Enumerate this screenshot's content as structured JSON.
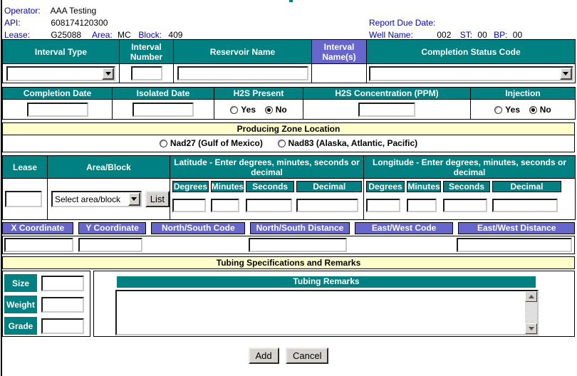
{
  "colors": {
    "teal": "#008080",
    "purple": "#6666CC",
    "yellow": "#FFFFCC",
    "label_blue": "#0000CC"
  },
  "info": {
    "operator_label": "Operator:",
    "operator_value": "AAA Testing",
    "api_label": "API:",
    "api_value": "608174120300",
    "lease_label": "Lease:",
    "lease_value": "G25088",
    "area_label": "Area:",
    "area_value": "MC",
    "block_label": "Block:",
    "block_value": "409",
    "report_due_label": "Report Due Date:",
    "report_due_value": "",
    "well_name_label": "Well Name:",
    "well_name_value": "002",
    "st_label": "ST:",
    "st_value": "00",
    "bp_label": "BP:",
    "bp_value": "00"
  },
  "interval_table": {
    "headers": {
      "interval_type": "Interval Type",
      "interval_number": "Interval Number",
      "reservoir_name": "Reservoir Name",
      "interval_names": "Interval Name(s)",
      "completion_status_code": "Completion Status Code"
    },
    "interval_type_value": "",
    "interval_number_value": "",
    "reservoir_name_value": "",
    "completion_status_value": ""
  },
  "completion_table": {
    "headers": {
      "completion_date": "Completion Date",
      "isolated_date": "Isolated Date",
      "h2s_present": "H2S Present",
      "h2s_concentration": "H2S Concentration (PPM)",
      "injection": "Injection"
    },
    "yes_label": "Yes",
    "no_label": "No",
    "h2s": {
      "yes_checked": false,
      "no_checked": true
    },
    "injection": {
      "yes_checked": false,
      "no_checked": true
    },
    "completion_date_value": "",
    "isolated_date_value": "",
    "h2s_concentration_value": ""
  },
  "producing_zone": {
    "title": "Producing Zone Location",
    "nad27_label": "Nad27 (Gulf of Mexico)",
    "nad83_label": "Nad83 (Alaska, Atlantic, Pacific)",
    "nad27_checked": false,
    "nad83_checked": false
  },
  "location_table": {
    "lease_header": "Lease",
    "area_block_header": "Area/Block",
    "latitude_header": "Latitude - Enter degrees, minutes, seconds or decimal",
    "longitude_header": "Longitude - Enter degrees, minutes, seconds or decimal",
    "sub": {
      "degrees": "Degrees",
      "minutes": "Minutes",
      "seconds": "Seconds",
      "decimal": "Decimal"
    },
    "lease_value": "",
    "area_block_selected": "Select area/block",
    "list_button": "List"
  },
  "coordinate_table": {
    "headers": [
      "X Coordinate",
      "Y Coordinate",
      "North/South Code",
      "North/South Distance",
      "East/West Code",
      "East/West Distance"
    ],
    "x_value": "",
    "y_value": "",
    "ns_distance_value": "",
    "ew_distance_value": ""
  },
  "tubing": {
    "title": "Tubing Specifications and Remarks",
    "size_label": "Size",
    "weight_label": "Weight",
    "grade_label": "Grade",
    "remarks_header": "Tubing Remarks",
    "size_value": "",
    "weight_value": "",
    "grade_value": "",
    "remarks_value": ""
  },
  "actions": {
    "add": "Add",
    "cancel": "Cancel"
  }
}
